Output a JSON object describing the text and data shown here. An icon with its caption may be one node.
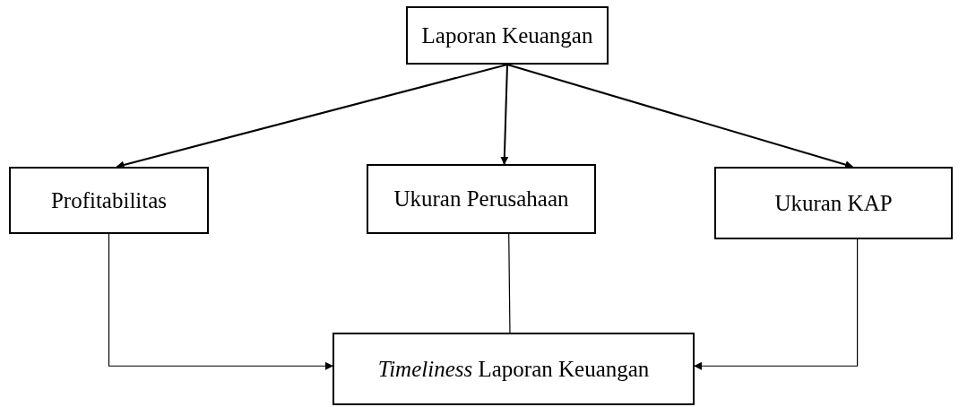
{
  "diagram": {
    "nodes": [
      {
        "text": [
          "Laporan Keuangan"
        ]
      },
      {
        "text": [
          "Profitabilitas"
        ]
      },
      {
        "text": [
          "Ukuran Perusahaan"
        ]
      },
      {
        "text": [
          "Ukuran KAP"
        ]
      },
      {
        "text": [
          "*Timeliness* Laporan Keuangan"
        ]
      }
    ],
    "edges": [
      {
        "from": 0,
        "to": 1,
        "arrow": "to"
      },
      {
        "from": 0,
        "to": 2,
        "arrow": "to"
      },
      {
        "from": 0,
        "to": 3,
        "arrow": "to"
      },
      {
        "from": 1,
        "to": 4,
        "arrow": "to"
      },
      {
        "from": 2,
        "to": 4,
        "arrow": "none"
      },
      {
        "from": 3,
        "to": 4,
        "arrow": "to"
      }
    ]
  }
}
